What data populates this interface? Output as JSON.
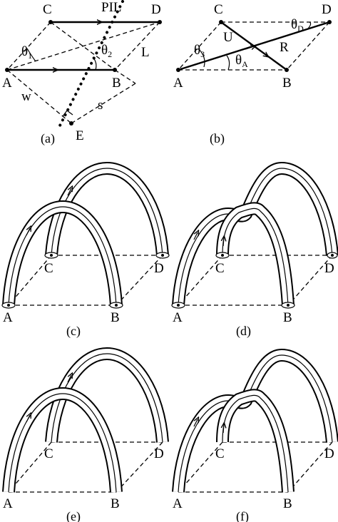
{
  "panels": {
    "a": {
      "caption": "(a)",
      "points": {
        "A": "A",
        "B": "B",
        "C": "C",
        "D": "D",
        "E": "E"
      },
      "labels": {
        "pil": "PIL",
        "theta1_main": "θ",
        "theta1_sub": "1",
        "theta2_main": "θ",
        "theta2_sub": "2",
        "L": "L",
        "w": "w",
        "s": "s"
      }
    },
    "b": {
      "caption": "(b)",
      "points": {
        "A": "A",
        "B": "B",
        "C": "C",
        "D": "D"
      },
      "labels": {
        "U": "U",
        "R": "R",
        "theta3_main": "θ",
        "theta3_sub": "3",
        "thetaA_main": "θ",
        "thetaA_sub": "A",
        "thetaD_main": "θ",
        "thetaD_sub": "D"
      }
    },
    "c": {
      "caption": "(c)",
      "points": {
        "A": "A",
        "B": "B",
        "C": "C",
        "D": "D"
      }
    },
    "d": {
      "caption": "(d)",
      "points": {
        "A": "A",
        "B": "B",
        "C": "C",
        "D": "D"
      }
    },
    "e": {
      "caption": "(e)",
      "points": {
        "A": "A",
        "B": "B",
        "C": "C",
        "D": "D"
      }
    },
    "f": {
      "caption": "(f)",
      "points": {
        "A": "A",
        "B": "B",
        "C": "C",
        "D": "D"
      }
    }
  }
}
